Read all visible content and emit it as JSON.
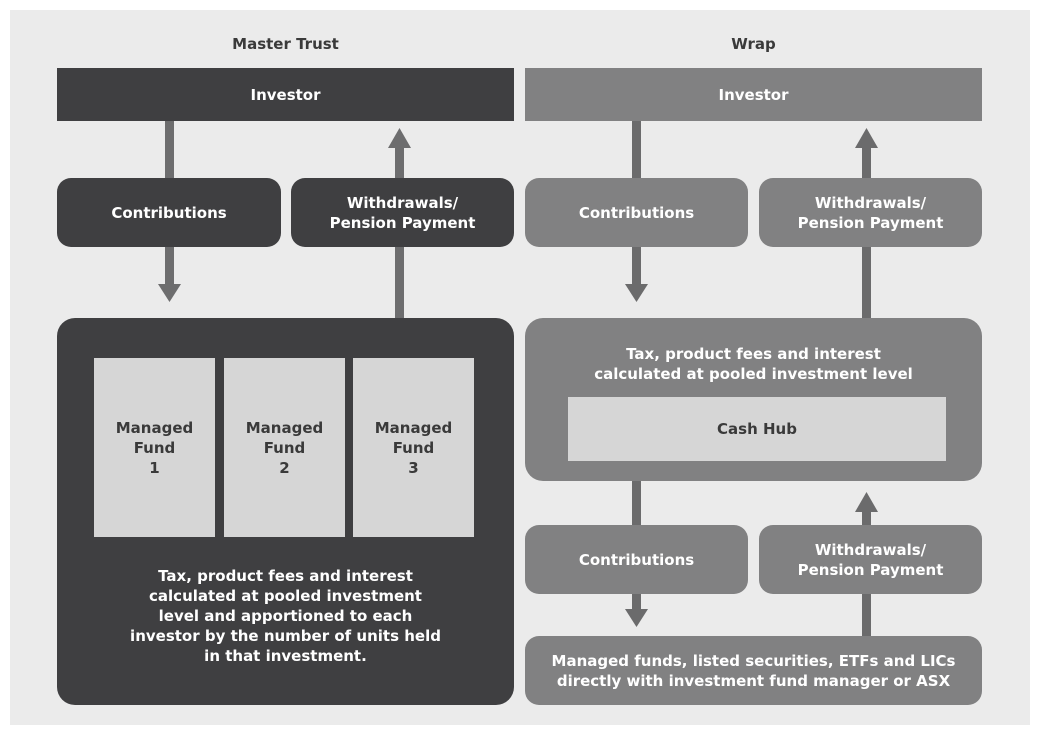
{
  "master_trust": {
    "heading": "Master Trust",
    "investor": "Investor",
    "contributions": "Contributions",
    "withdrawals": "Withdrawals/\nPension Payment",
    "funds": [
      "Managed\nFund\n1",
      "Managed\nFund\n2",
      "Managed\nFund\n3"
    ],
    "description": "Tax, product fees and interest\ncalculated at pooled investment\nlevel and apportioned to each\ninvestor by the number of units held\nin that investment."
  },
  "wrap": {
    "heading": "Wrap",
    "investor": "Investor",
    "contributions_top": "Contributions",
    "withdrawals_top": "Withdrawals/\nPension Payment",
    "pooled_text": "Tax, product fees and interest\ncalculated at pooled investment level",
    "cash_hub": "Cash Hub",
    "contributions_bottom": "Contributions",
    "withdrawals_bottom": "Withdrawals/\nPension Payment",
    "direct_investments": "Managed funds, listed securities, ETFs and LICs\ndirectly with investment fund manager or ASX"
  },
  "colors": {
    "dark": "#3f3f41",
    "mid": "#818182",
    "light": "#d6d6d6",
    "arrow_dark": "#6d6d6e",
    "arrow_mid": "#6b6b6c",
    "background": "#ebebeb"
  }
}
